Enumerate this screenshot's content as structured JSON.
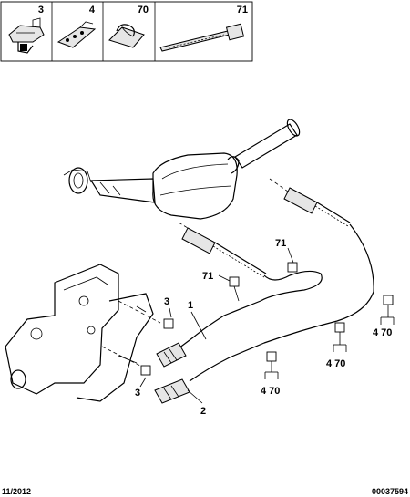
{
  "legend": {
    "items": [
      {
        "num": "3",
        "icon": "clip-bracket-icon"
      },
      {
        "num": "4",
        "icon": "cable-clip-icon"
      },
      {
        "num": "70",
        "icon": "clamp-clip-icon"
      },
      {
        "num": "71",
        "icon": "cable-tie-icon"
      }
    ]
  },
  "callouts": {
    "c71_top": "71",
    "c71_left": "71",
    "c1": "1",
    "c2": "2",
    "c3_upper": "3",
    "c3_lower": "3",
    "c470_a": "4 70",
    "c470_b": "4 70",
    "c470_c": "4 70"
  },
  "footer": {
    "date": "11/2012",
    "ref": "00037594"
  }
}
